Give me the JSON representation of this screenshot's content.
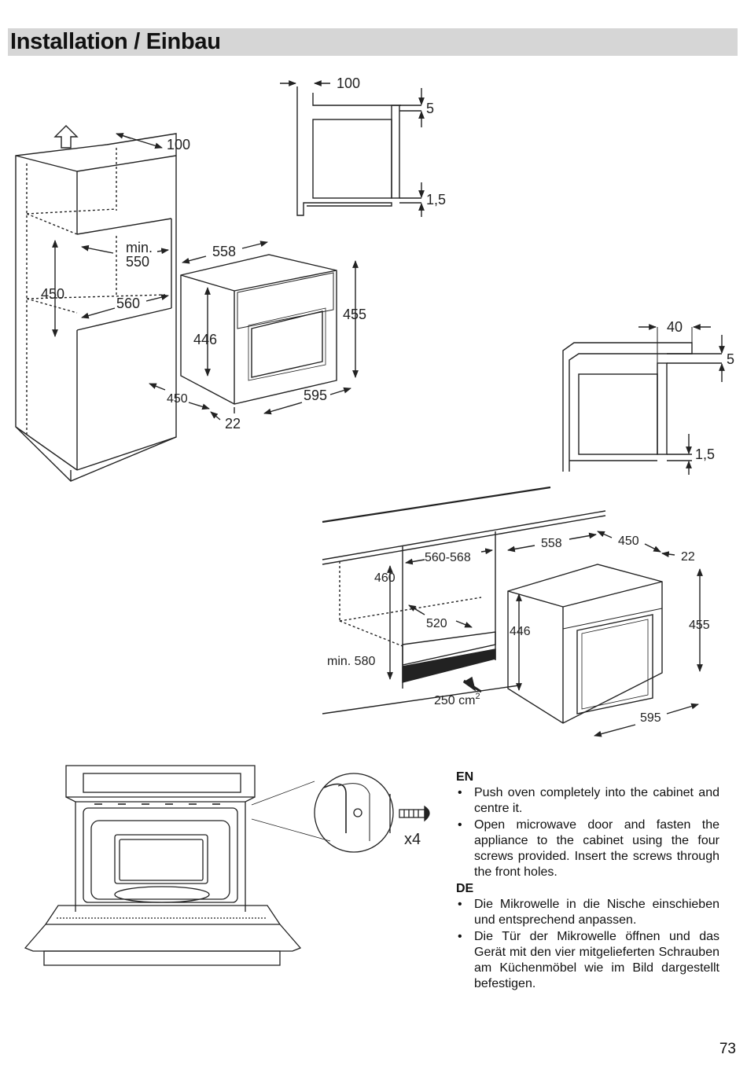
{
  "header": {
    "title": "Installation / Einbau"
  },
  "diagram_tall_cabinet": {
    "labels": {
      "d100": "100",
      "min_label": "min.",
      "d550": "550",
      "d450_height": "450",
      "d560": "560",
      "d558": "558",
      "d455": "455",
      "d446": "446",
      "d450_depth": "450",
      "d595": "595",
      "d22": "22"
    }
  },
  "diagram_side_top": {
    "labels": {
      "d100": "100",
      "d5": "5",
      "d1_5": "1,5"
    }
  },
  "diagram_side_middle": {
    "labels": {
      "d40": "40",
      "d5": "5",
      "d1_5": "1,5"
    }
  },
  "diagram_under_counter": {
    "labels": {
      "d560_568": "560-568",
      "d460": "460",
      "d520": "520",
      "min580": "min. 580",
      "vent": "250 cm",
      "vent_sup": "2",
      "d558": "558",
      "d450": "450",
      "d22": "22",
      "d446": "446",
      "d455": "455",
      "d595": "595"
    }
  },
  "diagram_screws": {
    "count_label": "x4"
  },
  "instructions": {
    "en": {
      "heading": "EN",
      "items": [
        "Push oven completely into the cabinet and centre it.",
        "Open microwave door and fasten the appliance to the cabinet using the four screws provided. Insert the screws through the front holes."
      ]
    },
    "de": {
      "heading": "DE",
      "items": [
        "Die Mikrowelle in die Nische einschieben und entsprechend anpassen.",
        "Die Tür der Mikrowelle öffnen und das Gerät mit den vier mitgelieferten Schrauben am Küchenmöbel wie im Bild dargestellt befestigen."
      ]
    },
    "bullet": "•"
  },
  "footer": {
    "page_number": "73"
  }
}
